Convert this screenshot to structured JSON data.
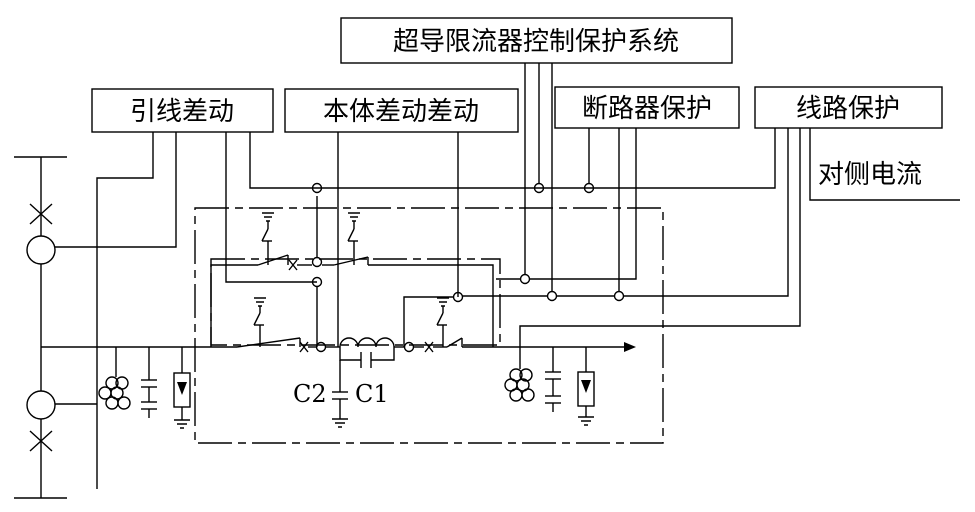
{
  "labels": {
    "system": "超导限流器控制保护系统",
    "lead_diff": "引线差动",
    "body_diff": "本体差动差动",
    "breaker": "断路器保护",
    "line": "线路保护",
    "opposite": "对侧电流",
    "c2": "C2",
    "c1": "C1"
  }
}
